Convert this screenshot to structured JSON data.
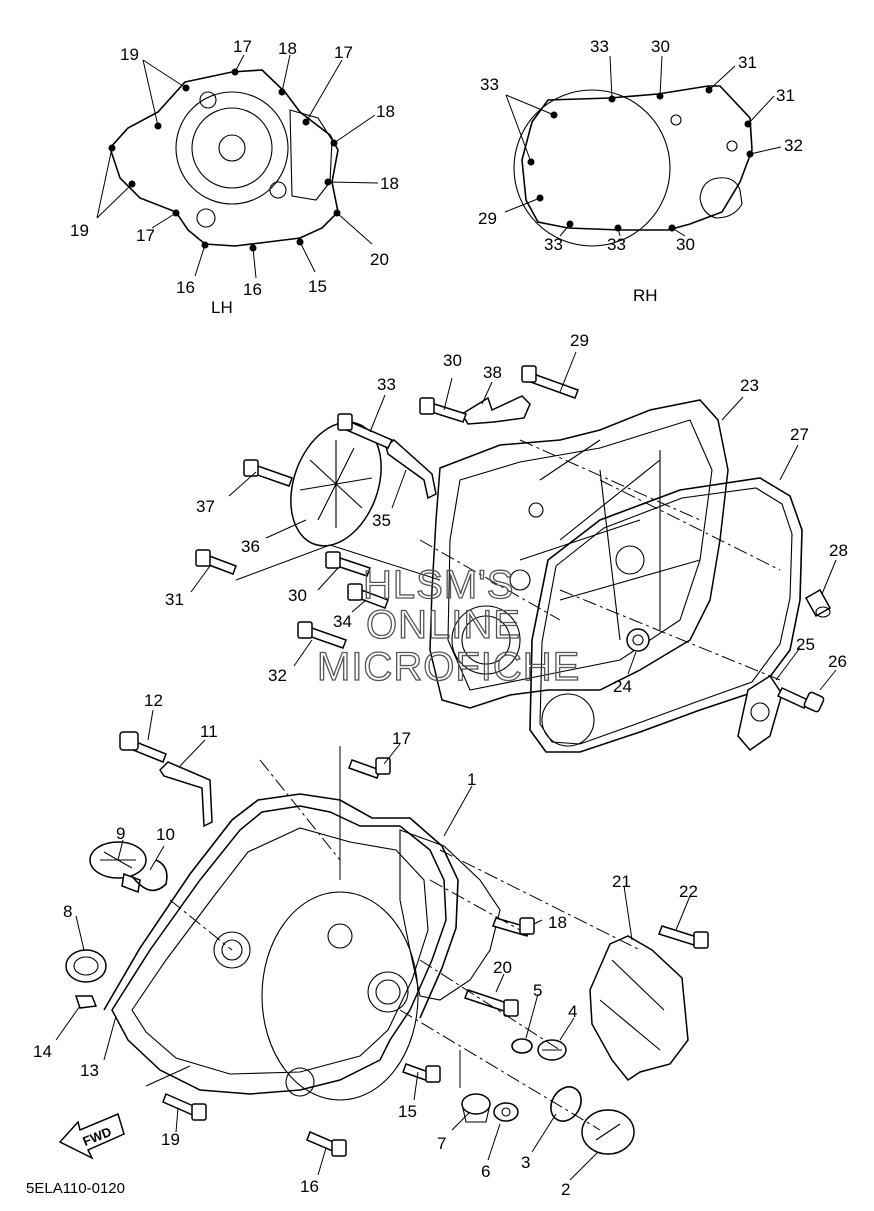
{
  "diagram": {
    "code": "5ELA110-0120",
    "views": {
      "left": "LH",
      "right": "RH"
    },
    "fwd_label": "FWD",
    "watermark": [
      "HLSM'S",
      "ONLINE",
      "MICROFICHE"
    ],
    "callouts": {
      "lh_19a": "19",
      "lh_17a": "17",
      "lh_18a": "18",
      "lh_17b": "17",
      "lh_18b": "18",
      "lh_18c": "18",
      "lh_19b": "19",
      "lh_17c": "17",
      "lh_16a": "16",
      "lh_16b": "16",
      "lh_15": "15",
      "lh_20": "20",
      "rh_33a": "33",
      "rh_30a": "30",
      "rh_31a": "31",
      "rh_31b": "31",
      "rh_32": "32",
      "rh_33b": "33",
      "rh_29": "29",
      "rh_33c": "33",
      "rh_33d": "33",
      "rh_30b": "30",
      "p29": "29",
      "p30a": "30",
      "p38": "38",
      "p33": "33",
      "p23": "23",
      "p27": "27",
      "p37": "37",
      "p35": "35",
      "p36": "36",
      "p28": "28",
      "p31": "31",
      "p30b": "30",
      "p34": "34",
      "p32": "32",
      "p24": "24",
      "p25": "25",
      "p26": "26",
      "p12": "12",
      "p11": "11",
      "p17": "17",
      "p1": "1",
      "p9": "9",
      "p10": "10",
      "p21": "21",
      "p22": "22",
      "p18": "18",
      "p8": "8",
      "p20": "20",
      "p5": "5",
      "p4": "4",
      "p14": "14",
      "p13": "13",
      "p15": "15",
      "p19": "19",
      "p7": "7",
      "p3": "3",
      "p6": "6",
      "p16": "16",
      "p2": "2"
    }
  }
}
